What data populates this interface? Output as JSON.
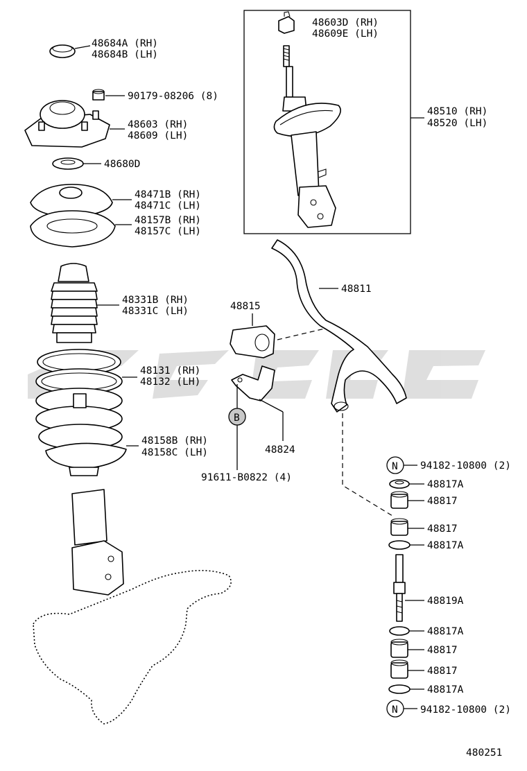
{
  "diagram_number": "480251",
  "watermark_color": "#d9d9d9",
  "circle_markers": {
    "N_top": "N",
    "N_bottom": "N",
    "B": "B"
  },
  "callouts": {
    "p48603D": "48603D (RH)",
    "p48609E": "48609E (LH)",
    "p48684A": "48684A (RH)",
    "p48684B": "48684B (LH)",
    "p90179": "90179-08206 (8)",
    "p48603": "48603 (RH)",
    "p48609": "48609 (LH)",
    "p48680D": "48680D",
    "p48471B": "48471B (RH)",
    "p48471C": "48471C (LH)",
    "p48157B": "48157B (RH)",
    "p48157C": "48157C (LH)",
    "p48510": "48510 (RH)",
    "p48520": "48520 (LH)",
    "p48811": "48811",
    "p48815": "48815",
    "p48331B": "48331B (RH)",
    "p48331C": "48331C (LH)",
    "p48131": "48131 (RH)",
    "p48132": "48132 (LH)",
    "p48824": "48824",
    "p48158B": "48158B (RH)",
    "p48158C": "48158C (LH)",
    "p91611": "91611-B0822 (4)",
    "p94182_top": "94182-10800 (2)",
    "p48817A_1": "48817A",
    "p48817_1": "48817",
    "p48817_2": "48817",
    "p48817A_2": "48817A",
    "p48819A": "48819A",
    "p48817A_3": "48817A",
    "p48817_3": "48817",
    "p48817_4": "48817",
    "p48817A_4": "48817A",
    "p94182_bottom": "94182-10800 (2)"
  }
}
